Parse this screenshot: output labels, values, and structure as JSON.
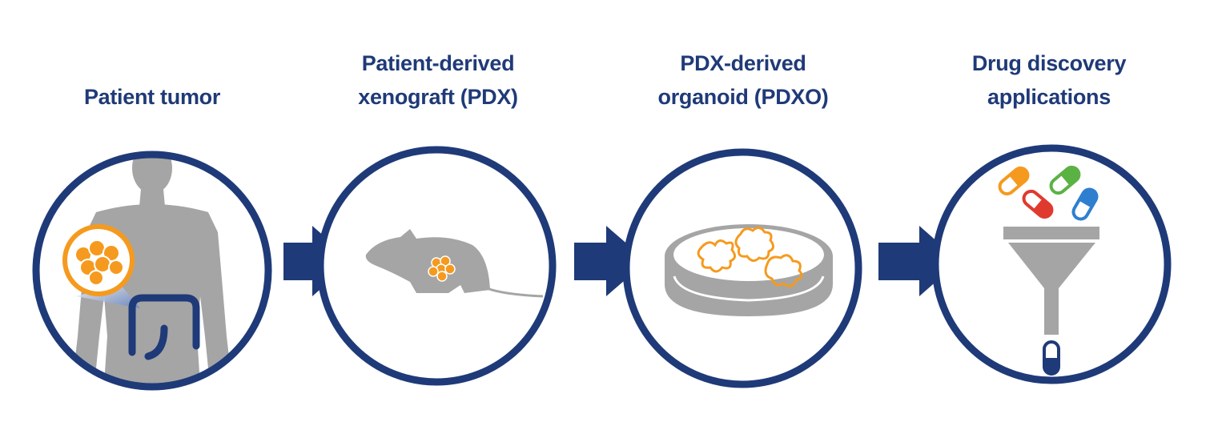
{
  "steps": [
    {
      "title_lines": [
        "Patient tumor"
      ]
    },
    {
      "title_lines": [
        "Patient-derived",
        "xenograft (PDX)"
      ]
    },
    {
      "title_lines": [
        "PDX-derived",
        "organoid (PDXO)"
      ]
    },
    {
      "title_lines": [
        "Drug discovery",
        "applications"
      ]
    }
  ],
  "colors": {
    "navy": "#1f3a78",
    "gray": "#a5a5a5",
    "orange": "#f59a1e",
    "green": "#5bb244",
    "red": "#e03a2f",
    "blue": "#2f7fd0"
  },
  "icons": [
    "human-silhouette-icon",
    "tumor-cells-icon",
    "colon-icon",
    "mouse-icon",
    "petri-dish-icon",
    "organoid-icon",
    "funnel-icon",
    "capsule-icon",
    "arrow-right-icon"
  ]
}
